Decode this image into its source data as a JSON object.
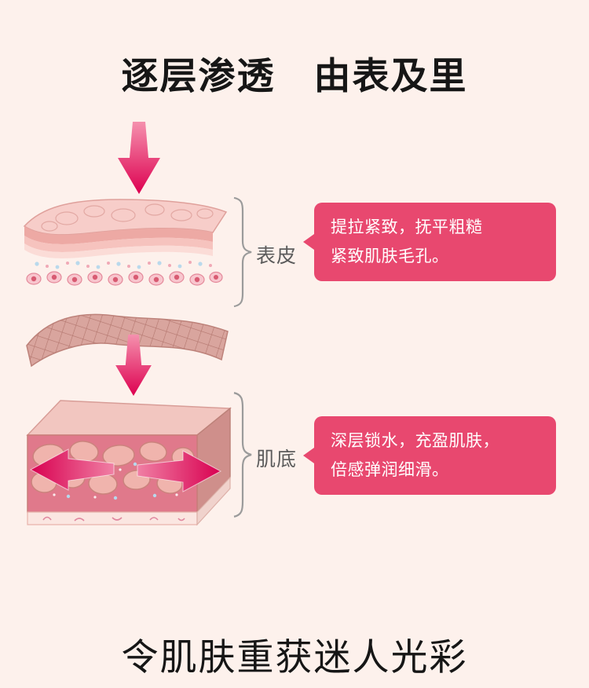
{
  "page": {
    "background_color": "#fdf1ec",
    "top_title": "逐层渗透　由表及里",
    "bottom_title": "令肌肤重获迷人光彩"
  },
  "layers": [
    {
      "id": "epidermis",
      "label": "表皮",
      "callout": {
        "lines": [
          "提拉紧致，抚平粗糙",
          "紧致肌肤毛孔。"
        ],
        "bg_color": "#e8486f",
        "text_color": "#ffffff"
      }
    },
    {
      "id": "skin-base",
      "label": "肌底",
      "callout": {
        "lines": [
          "深层锁水，充盈肌肤，",
          "倍感弹润细滑。"
        ],
        "bg_color": "#e8486f",
        "text_color": "#ffffff"
      }
    }
  ],
  "icons": {
    "arrow_down": "penetration arrow pointing down",
    "arrow_left_right": "expansion arrows pointing outward",
    "brace": "}"
  },
  "colors": {
    "arrow_gradient_start": "#f591ae",
    "arrow_gradient_end": "#dd0050",
    "callout_bg": "#e8486f",
    "label_text": "#5c5c5c",
    "brace": "#9b9b9b",
    "title_text": "#161616"
  }
}
